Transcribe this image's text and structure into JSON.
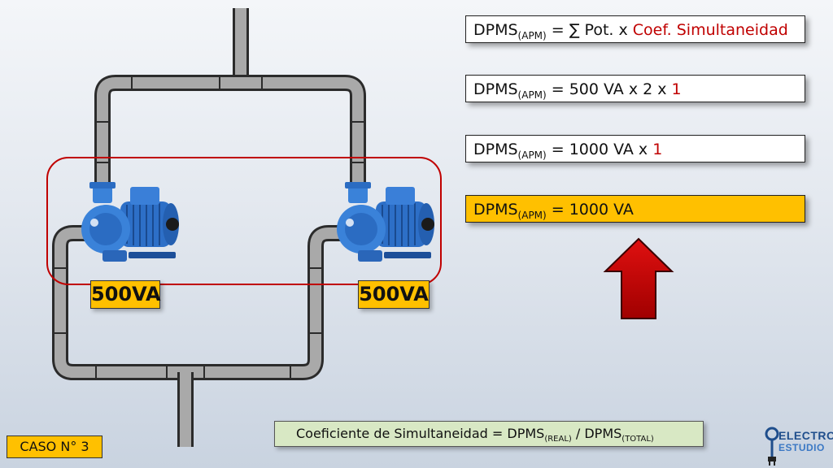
{
  "formulas": [
    {
      "main": "DPMS",
      "sub": "(APM)",
      "eq": " = ∑ Pot. x ",
      "red": "Coef. Simultaneidad"
    },
    {
      "main": "DPMS",
      "sub": "(APM)",
      "eq": " = 500 VA x 2 x ",
      "red": "1"
    },
    {
      "main": "DPMS",
      "sub": "(APM)",
      "eq": " = 1000 VA x ",
      "red": "1"
    },
    {
      "main": "DPMS",
      "sub": "(APM)",
      "eq": " = 1000 VA",
      "red": ""
    }
  ],
  "pumps": [
    {
      "power_label": "500VA"
    },
    {
      "power_label": "500VA"
    }
  ],
  "coef_definition": {
    "text": "Coeficiente de Simultaneidad = DPMS",
    "sub1": "(REAL)",
    "mid": " / DPMS",
    "sub2": "(TOTAL)"
  },
  "case_label": "CASO N° 3",
  "logo": {
    "line1": "ELECTRO",
    "line2": "ESTUDIO"
  },
  "colors": {
    "highlight": "#ffc000",
    "accent_red": "#c00000",
    "pipe": "#a9a9a9",
    "pump_blue": "#2d6fc7",
    "arrow_red": "#c00000"
  }
}
